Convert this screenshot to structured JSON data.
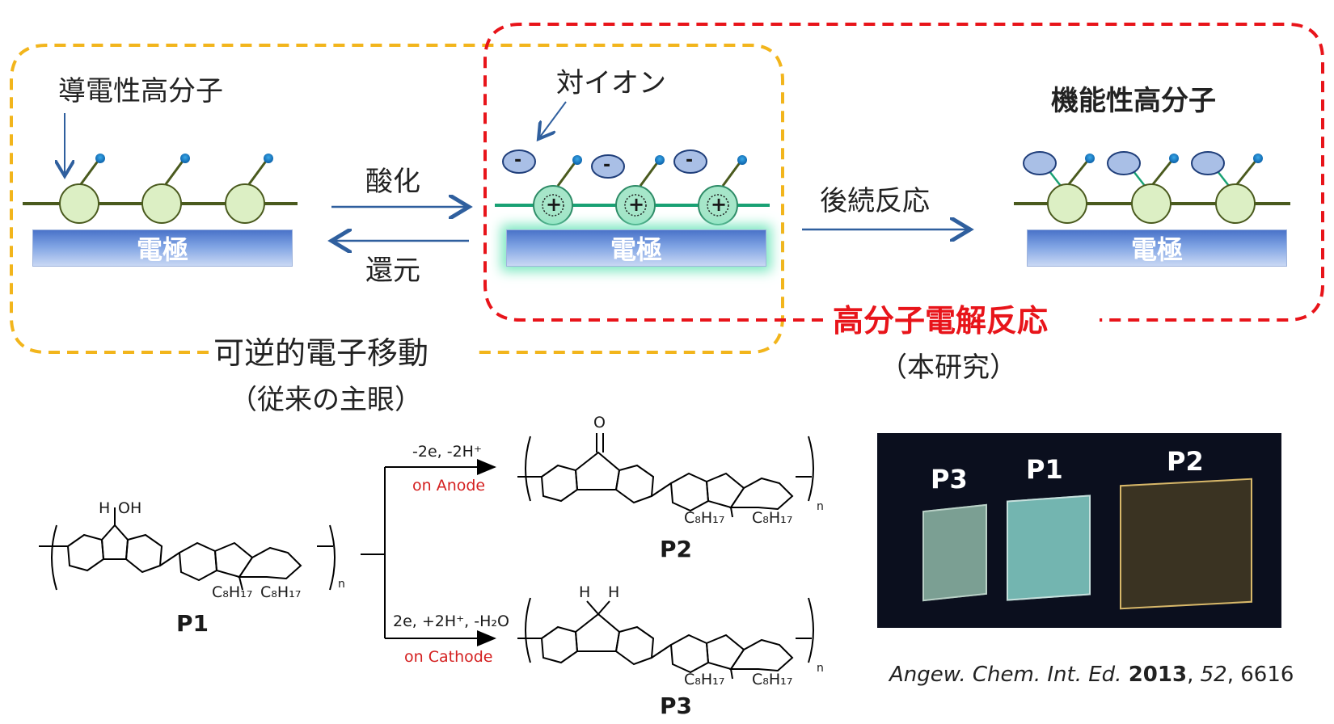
{
  "top": {
    "conductive_polymer_label": "導電性高分子",
    "counter_ion_label": "対イオン",
    "functional_polymer_label": "機能性高分子",
    "electrode_label": "電極",
    "oxidation_label": "酸化",
    "reduction_label": "還元",
    "followup_label": "後続反応",
    "reversible_title": "可逆的電子移動",
    "reversible_sub": "（従来の主眼）",
    "electrolysis_title": "高分子電解反応",
    "electrolysis_sub": "（本研究）",
    "minus": "-",
    "plus": "+"
  },
  "bottom": {
    "anode_conditions": "-2e, -2H⁺",
    "anode_label": "on Anode",
    "cathode_conditions": "2e, +2H⁺, -H₂O",
    "cathode_label": "on Cathode",
    "p1": "P1",
    "p2": "P2",
    "p3": "P3",
    "h": "H",
    "oh": "OH",
    "o": "O",
    "c8h17": "C₈H₁₇",
    "n": "n"
  },
  "photo": {
    "labels": [
      "P3",
      "P1",
      "P2"
    ]
  },
  "reference": {
    "journal": "Angew. Chem. Int. Ed.",
    "year": "2013",
    "volume": "52",
    "page": "6616"
  },
  "colors": {
    "yellow_dash": "#f2b51c",
    "red_dash": "#e8141a",
    "backbone": "#4a5a1e",
    "neutral_unit": "#dcefc4",
    "oxidized_unit": "#a6e6c9",
    "ion": "#a9bfe6",
    "arrow_blue": "#2f5f9e"
  }
}
